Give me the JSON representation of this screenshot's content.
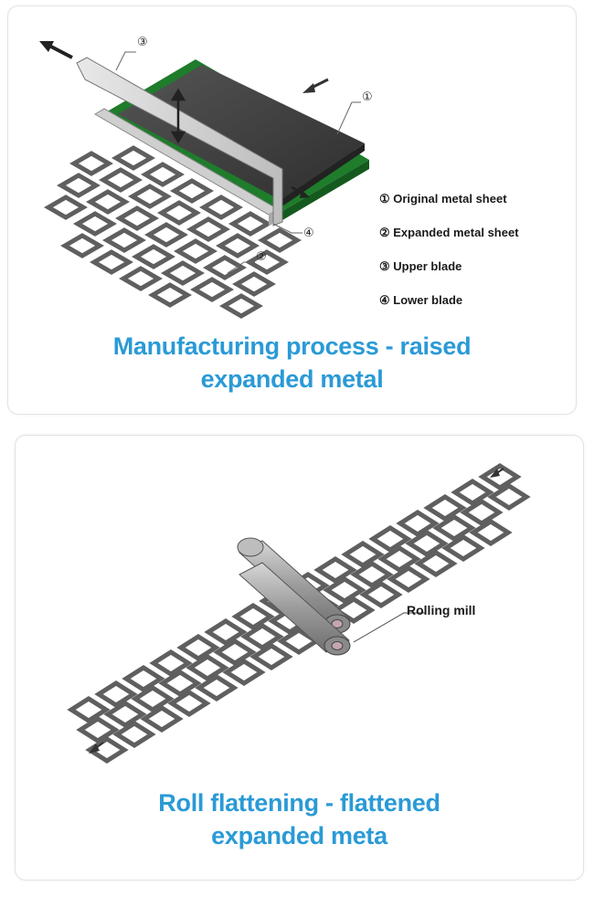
{
  "panel1": {
    "callouts": [
      "③",
      "①",
      "④",
      "②"
    ],
    "legend": [
      "① Original metal sheet",
      "② Expanded metal sheet",
      "③ Upper blade",
      "④ Lower blade"
    ],
    "caption_line1": "Manufacturing process - raised",
    "caption_line2": "expanded metal"
  },
  "panel2": {
    "mill_label": "Rolling mill",
    "caption_line1": "Roll flattening - flattened",
    "caption_line2": "expanded meta"
  },
  "colors": {
    "caption": "#2a9ad6",
    "sheet": "#3d3d3d",
    "green": "#1f7a2a",
    "mesh": "#5a5a5a"
  }
}
